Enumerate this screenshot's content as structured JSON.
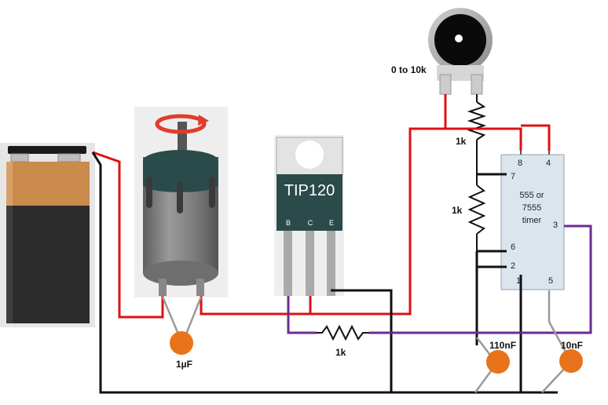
{
  "components": {
    "transistor": {
      "name": "TIP120",
      "pins": [
        "B",
        "C",
        "E"
      ]
    },
    "timer": {
      "label_lines": [
        "555 or",
        "7555",
        "timer"
      ],
      "pins": {
        "p8": "8",
        "p4": "4",
        "p7": "7",
        "p6": "6",
        "p2": "2",
        "p3": "3",
        "p1": "1",
        "p5": "5"
      }
    },
    "potentiometer": {
      "label": "0 to 10k"
    },
    "resistor_top": {
      "label": "1k"
    },
    "resistor_mid": {
      "label": "1k"
    },
    "resistor_base": {
      "label": "1k"
    },
    "cap_motor": {
      "label": "1µF"
    },
    "cap_timing": {
      "label": "110nF"
    },
    "cap_control": {
      "label": "10nF"
    }
  },
  "colors": {
    "wire_red": "#dd1111",
    "wire_black": "#111111",
    "wire_purple": "#6a2c91",
    "capacitor": "#e8731a",
    "transistor_body": "#2b4a4a",
    "ic_body": "#dbe5ee",
    "battery_orange": "#c98a4b",
    "battery_dark": "#2c2c2c",
    "motor_body": "#7a7a7a",
    "motor_cap": "#2b4a4a",
    "rotation_arrow": "#e03c2a"
  },
  "icons": [
    "battery-9v-icon",
    "dc-motor-icon",
    "rotation-arrow-icon",
    "potentiometer-knob-icon"
  ]
}
